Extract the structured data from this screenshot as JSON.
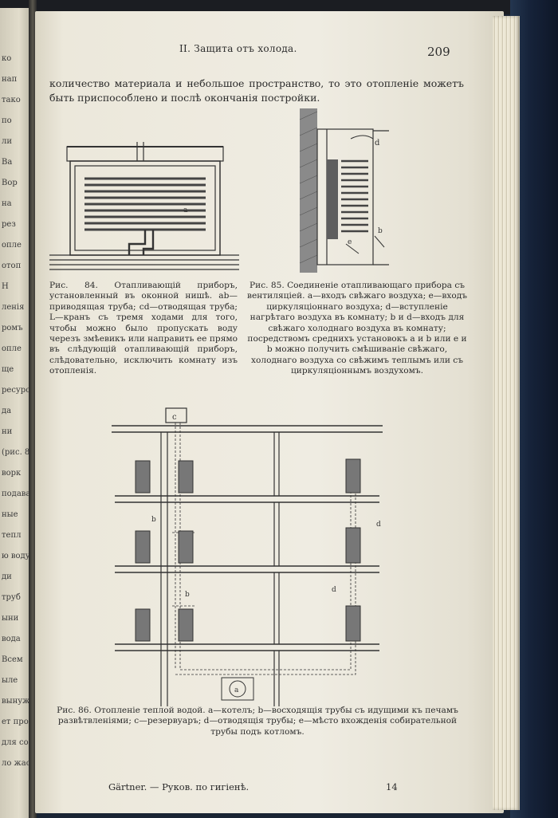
{
  "page": {
    "header": "II. Защита отъ холода.",
    "page_number": "209",
    "intro": "количество материала и небольшое пространство, то это отопленіе можетъ быть приспособлено и послѣ окончанія постройки.",
    "left_page_fragments": [
      "ко",
      "нап",
      "тако",
      "по",
      "ли",
      "Ва",
      "Вор",
      "на",
      "рез",
      "опле",
      "отоп",
      "Н",
      "ленія",
      "ромъ",
      "опле",
      "ще",
      "ресурс",
      "да",
      "ни",
      "(рис. 8",
      "ворк",
      "подава",
      "ные",
      "тепл",
      "ю воду",
      "ди",
      "труб",
      "ыни",
      "вода",
      "Всем",
      "ыле",
      "вынуж",
      "ет про",
      "для соз",
      "ло жас"
    ],
    "fig84": {
      "caption": "Рис. 84. Отапливающій приборъ, установленный въ оконной нишѣ. ab—приводящая труба; cd—отводящая труба; L—кранъ съ тремя ходами для того, чтобы можно было пропускать воду черезъ змѣевикъ или направить ее прямо въ слѣдующій отапливающій приборъ, слѣдовательно, исключить комнату изъ отопленія.",
      "labels": {
        "a": "a"
      }
    },
    "fig85": {
      "caption": "Рис. 85. Соединеніе отапливающаго прибора съ вентиляціей. a—входъ свѣжаго воздуха; e—входъ циркуляціоннаго воздуха; d—вступленіе нагрѣтаго воздуха въ комнату; b и d—входъ для свѣжаго холоднаго воздуха въ комнату; посредствомъ среднихъ установокъ a и b или e и b можно получить смѣшиваніе свѣжаго, холоднаго воздуха со свѣжимъ теплымъ или съ циркуляціоннымъ воздухомъ.",
      "labels": {
        "d": "d",
        "e": "e",
        "b": "b"
      }
    },
    "fig86": {
      "caption": "Рис. 86. Отопленіе теплой водой. a—котелъ; b—восходящія трубы съ идущими къ печамъ развѣтвленіями; c—резервуаръ; d—отводящія трубы; e—мѣсто вхожденія собирательной трубы подъ котломъ.",
      "labels": {
        "c": "c",
        "a": "a",
        "b1": "b",
        "b2": "b",
        "d1": "d",
        "d2": "d"
      }
    },
    "footer_left": "Gärtner. — Руков. по гигіенѣ.",
    "footer_right": "14"
  }
}
